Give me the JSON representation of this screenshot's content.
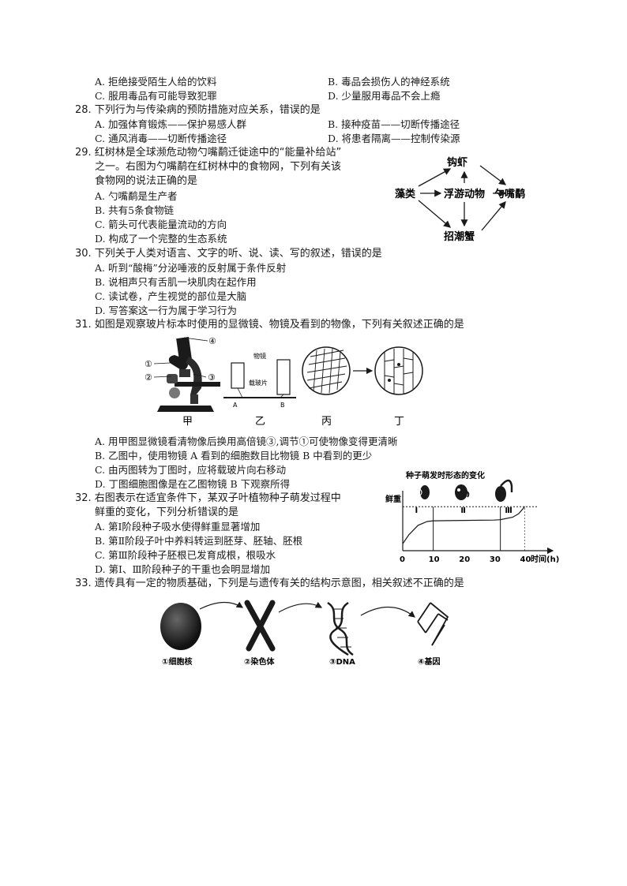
{
  "q27": {
    "options": [
      "A. 拒绝接受陌生人给的饮料",
      "B. 毒品会损伤人的神经系统",
      "C. 服用毒品有可能导致犯罪",
      "D. 少量服用毒品不会上瘾"
    ]
  },
  "q28": {
    "stem": "28. 下列行为与传染病的预防措施对应关系，错误的是",
    "options": [
      "A. 加强体育锻炼——保护易感人群",
      "B. 接种疫苗——切断传播途径",
      "C. 通风消毒——切断传播途径",
      "D. 将患者隔离——控制传染源"
    ]
  },
  "q29": {
    "stem_lines": [
      "29. 红树林是全球濒危动物勺嘴鹬迁徙途中的“能量补给站”",
      "之一。右图为勺嘴鹬在红树林中的食物网，下列有关该",
      "食物网的说法正确的是"
    ],
    "options": [
      "A. 勺嘴鹬是生产者",
      "B. 共有5条食物链",
      "C. 箭头可代表能量流动的方向",
      "D. 构成了一个完整的生态系统"
    ],
    "food_web": {
      "algae": "藻类",
      "shrimp": "钩虾",
      "plankton": "浮游动物",
      "crab": "招潮蟹",
      "bird": "勺嘴鹬"
    }
  },
  "q30": {
    "stem": "30. 下列关于人类对语言、文字的听、说、读、写的叙述，错误的是",
    "options": [
      "A. 听到“酸梅”分泌唾液的反射属于条件反射",
      "B. 说相声只有舌肌一块肌肉在起作用",
      "C. 读试卷，产生视觉的部位是大脑",
      "D. 写答案这一行为属于学习行为"
    ]
  },
  "q31": {
    "stem": "31. 如图是观察玻片标本时使用的显微镜、物镜及看到的物像，下列有关叙述正确的是",
    "figure": {
      "markers": [
        "①",
        "②",
        "③",
        "④"
      ],
      "objective_label": "物镜",
      "slide_label": "载玻片",
      "lens_a": "A",
      "lens_b": "B",
      "captions": [
        "甲",
        "乙",
        "丙",
        "丁"
      ]
    },
    "options": [
      "A. 用甲图显微镜看清物像后换用高倍镜③,调节①可使物像变得更清晰",
      "B. 乙图中，使用物镜 A 看到的细胞数目比物镜 B 中看到的更少",
      "C. 由丙图转为丁图时，应将载玻片向右移动",
      "D. 丁图细胞图像是在乙图物镜 B 下观察所得"
    ]
  },
  "q32": {
    "stem_lines": [
      "32. 右图表示在适宜条件下，某双子叶植物种子萌发过程中",
      "鲜重的变化，下列分析错误的是"
    ],
    "options": [
      "A. 第Ⅰ阶段种子吸水使得鲜重显著增加",
      "B. 第Ⅱ阶段子叶中养料转运到胚芽、胚轴、胚根",
      "C. 第Ⅲ阶段种子胚根已发育成根，根吸水",
      "D. 第Ⅰ、Ⅲ阶段种子的干重也会明显增加"
    ],
    "chart_title": "种子萌发时形态的变化",
    "ylabel": "鲜重",
    "xlabel": "时间(h)",
    "origin_label": "0",
    "stages": [
      "Ⅰ",
      "Ⅱ",
      "Ⅲ"
    ]
  },
  "chart_data": {
    "type": "line",
    "title": "种子萌发时形态的变化",
    "xlabel": "时间(h)",
    "ylabel": "鲜重",
    "x_ticks": [
      "10",
      "20",
      "30",
      "40"
    ],
    "xlim": [
      0,
      44
    ],
    "stage_boundaries": [
      10,
      32
    ],
    "series": [
      {
        "x": [
          0,
          2,
          5,
          8,
          10,
          20,
          30,
          32,
          36,
          38,
          40
        ],
        "y": [
          0.2,
          0.45,
          0.72,
          0.83,
          0.85,
          0.86,
          0.87,
          0.88,
          0.95,
          1.05,
          1.25
        ]
      }
    ]
  },
  "q33": {
    "stem": "33. 遗传具有一定的物质基础，下列是与遗传有关的结构示意图，相关叙述不正确的是",
    "captions": [
      "①细胞核",
      "②染色体",
      "③DNA",
      "④基因"
    ]
  },
  "colors": {
    "ink": "#1a1a1a",
    "gray": "#555555"
  }
}
